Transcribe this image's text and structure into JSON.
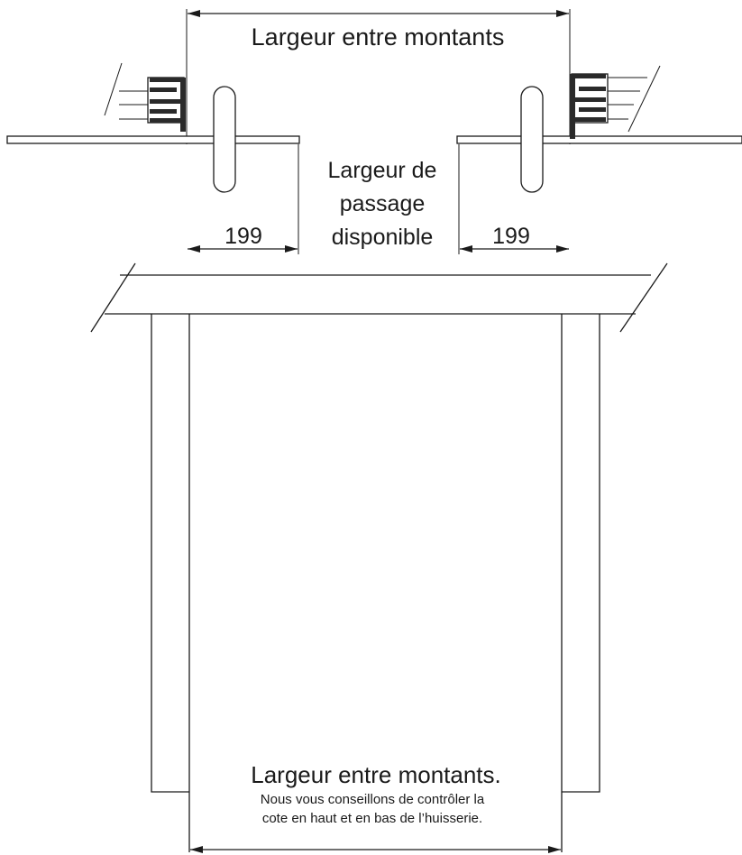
{
  "top_view": {
    "overall_label": "Largeur entre montants",
    "passage_label": [
      "Largeur de",
      "passage",
      "disponible"
    ],
    "left_dimension": "199",
    "right_dimension": "199"
  },
  "front_view": {
    "note_title": "Largeur entre montants.",
    "note_lines": [
      "Nous vous conseillons de contrôler la",
      "cote en haut et en bas de l’huisserie."
    ]
  },
  "colors": {
    "line": "#1a1a1a",
    "background": "#ffffff"
  }
}
